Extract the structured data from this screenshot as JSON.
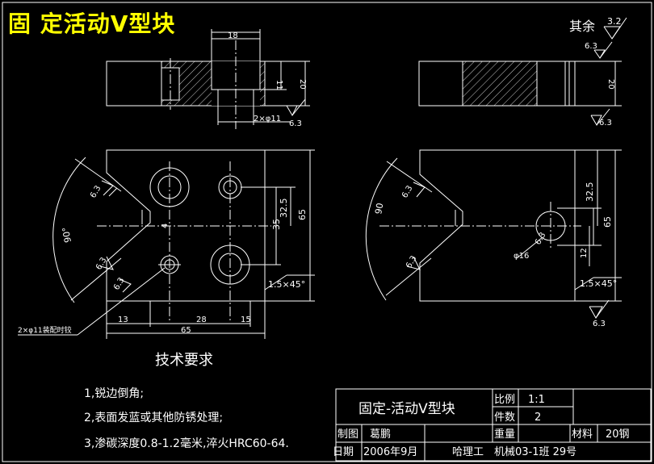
{
  "title": "固 定活动V型块",
  "surface_finish": {
    "rest_label": "其余",
    "rest_value": "3.2",
    "value": "6.3"
  },
  "dims": {
    "d18": "18",
    "d11": "11",
    "d20": "20",
    "two_dia11": "2×φ11",
    "d32_5": "32.5",
    "d35": "35",
    "d65": "65",
    "d4": "4",
    "d90": "90°",
    "d90b": "90",
    "chamfer": "1.5×45°",
    "d13": "13",
    "d28": "28",
    "d15": "15",
    "dia16": "φ16",
    "d12": "12"
  },
  "pin_note": "2×φ11装配时铰",
  "tech": {
    "heading": "技术要求",
    "items": [
      "1,锐边倒角;",
      "2,表面发蓝或其他防锈处理;",
      "3,渗碳深度0.8-1.2毫米,淬火HRC60-64."
    ]
  },
  "titleblock": {
    "part_name": "固定-活动V型块",
    "scale_label": "比例",
    "scale_value": "1:1",
    "qty_label": "件数",
    "qty_value": "2",
    "draw_label": "制图",
    "draw_name": "葛鹏",
    "weight_label": "重量",
    "material_label": "材料",
    "material_value": "20钢",
    "date_label": "日期",
    "date_value": "2006年9月",
    "school": "哈理工",
    "class": "机械03-1班 29号"
  },
  "colors": {
    "line": "#ffffff",
    "title": "#ffff00",
    "bg": "#000000"
  }
}
